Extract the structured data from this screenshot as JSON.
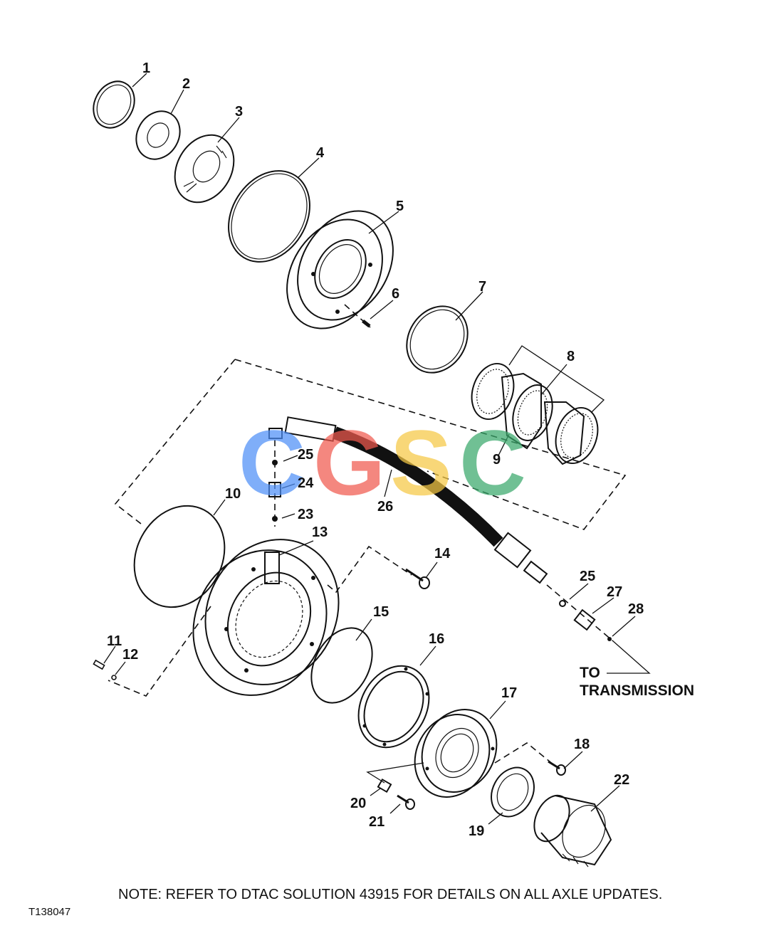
{
  "figure_id": "T138047",
  "note": "NOTE: REFER TO DTAC SOLUTION 43915 FOR DETAILS ON ALL AXLE UPDATES.",
  "destination_label": {
    "line1": "TO",
    "line2": "TRANSMISSION"
  },
  "callouts": [
    {
      "id": "c1",
      "text": "1"
    },
    {
      "id": "c2",
      "text": "2"
    },
    {
      "id": "c3",
      "text": "3"
    },
    {
      "id": "c4",
      "text": "4"
    },
    {
      "id": "c5",
      "text": "5"
    },
    {
      "id": "c6",
      "text": "6"
    },
    {
      "id": "c7",
      "text": "7"
    },
    {
      "id": "c8",
      "text": "8"
    },
    {
      "id": "c9",
      "text": "9"
    },
    {
      "id": "c10",
      "text": "10"
    },
    {
      "id": "c11",
      "text": "11"
    },
    {
      "id": "c12",
      "text": "12"
    },
    {
      "id": "c13",
      "text": "13"
    },
    {
      "id": "c14",
      "text": "14"
    },
    {
      "id": "c15",
      "text": "15"
    },
    {
      "id": "c16",
      "text": "16"
    },
    {
      "id": "c17",
      "text": "17"
    },
    {
      "id": "c18",
      "text": "18"
    },
    {
      "id": "c19",
      "text": "19"
    },
    {
      "id": "c20",
      "text": "20"
    },
    {
      "id": "c21",
      "text": "21"
    },
    {
      "id": "c22",
      "text": "22"
    },
    {
      "id": "c23",
      "text": "23"
    },
    {
      "id": "c24",
      "text": "24"
    },
    {
      "id": "c25a",
      "text": "25"
    },
    {
      "id": "c25b",
      "text": "25"
    },
    {
      "id": "c26",
      "text": "26"
    },
    {
      "id": "c27",
      "text": "27"
    },
    {
      "id": "c28",
      "text": "28"
    }
  ],
  "watermark": {
    "letters": [
      "C",
      "G",
      "S",
      "C"
    ],
    "colors": [
      "#4f8ff7",
      "#f05a4f",
      "#f6c945",
      "#3aa86b"
    ]
  }
}
